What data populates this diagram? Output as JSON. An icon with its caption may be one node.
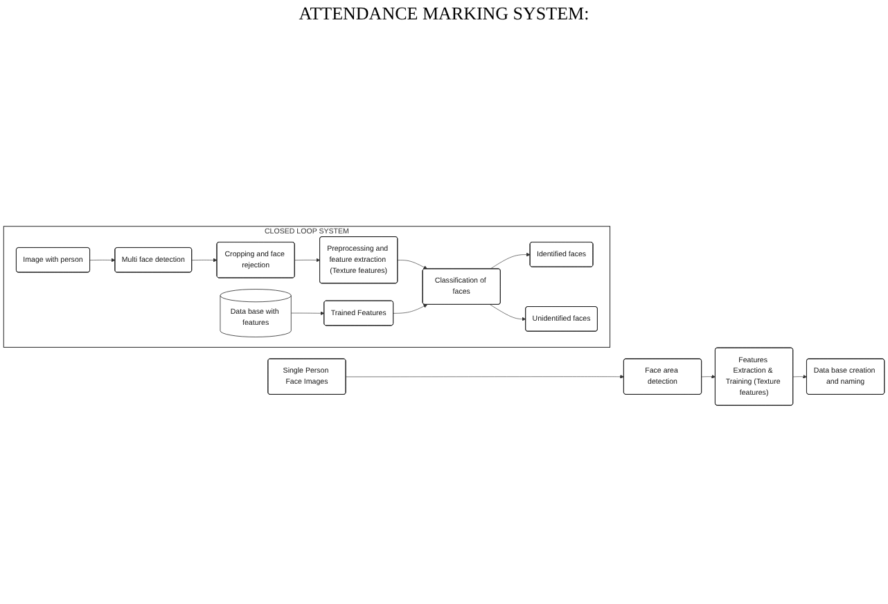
{
  "diagram": {
    "nodes": [
      {
        "text": [
          "Single Person Face Images"
        ]
      },
      {
        "text": [
          "Face area detection"
        ]
      },
      {
        "text": [
          "Features Extraction & Training (Texture features)"
        ]
      },
      {
        "text": [
          "Data base creation and naming"
        ]
      },
      {
        "text": [
          "CLOSED LOOP SYSTEM"
        ]
      },
      {
        "text": [
          "Image with person"
        ],
        "in": 4
      },
      {
        "text": [
          "Multi face detection"
        ],
        "in": 4
      },
      {
        "text": [
          "Cropping and face rejection"
        ],
        "in": 4
      },
      {
        "text": [
          "Preprocessing and feature extraction (Texture features)"
        ],
        "in": 4
      },
      {
        "text": [
          "Data base with features"
        ],
        "in": 4
      },
      {
        "text": [
          "Trained Features"
        ],
        "in": 4
      },
      {
        "text": [
          "Classification of faces"
        ],
        "in": 4
      },
      {
        "text": [
          "Identified faces"
        ],
        "in": 4
      },
      {
        "text": [
          "Unidentified faces"
        ],
        "in": 4
      }
    ],
    "edges": [
      {
        "from": 0,
        "to": 1,
        "arrow": "to"
      },
      {
        "from": 1,
        "to": 2,
        "arrow": "to"
      },
      {
        "from": 2,
        "to": 3,
        "arrow": "to"
      },
      {
        "from": 5,
        "to": 6,
        "arrow": "to"
      },
      {
        "from": 6,
        "to": 7,
        "arrow": "to"
      },
      {
        "from": 7,
        "to": 8,
        "arrow": "to"
      },
      {
        "from": 8,
        "to": 11,
        "arrow": "to"
      },
      {
        "from": 9,
        "to": 10,
        "arrow": "to"
      },
      {
        "from": 10,
        "to": 11,
        "arrow": "to"
      },
      {
        "from": 11,
        "to": 12,
        "arrow": "to"
      },
      {
        "from": 11,
        "to": 13,
        "arrow": "to"
      }
    ],
    "labels": [
      "ATTENDANCE MARKING SYSTEM:"
    ]
  }
}
